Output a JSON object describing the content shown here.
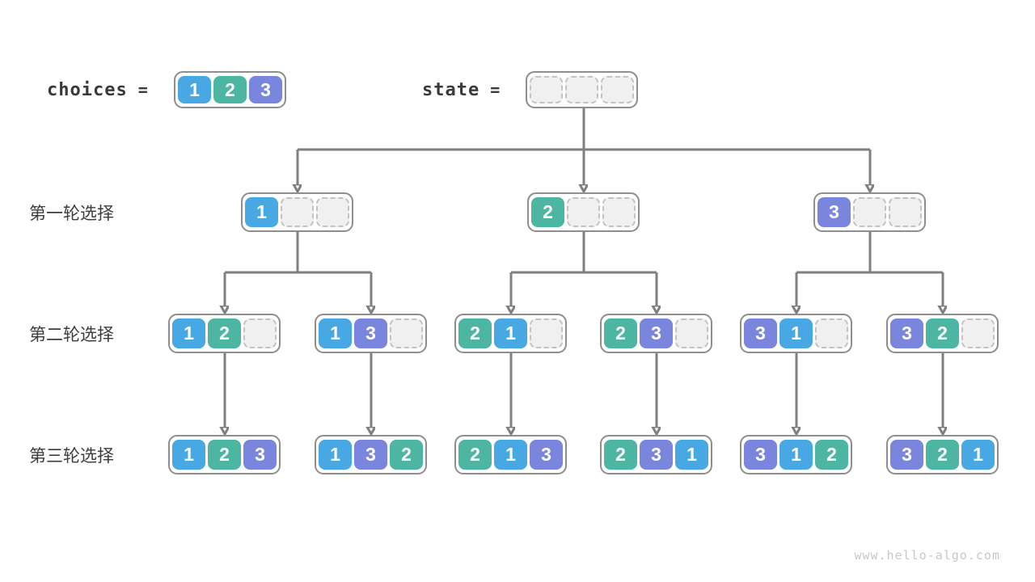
{
  "header": {
    "choices_label": "choices",
    "choices_eq": "=",
    "state_label": "state",
    "state_eq": "=",
    "choices_cells": [
      "1",
      "2",
      "3"
    ],
    "state_cells": [
      "",
      "",
      ""
    ]
  },
  "rows": [
    {
      "label": "第一轮选择",
      "nodes": [
        {
          "cells": [
            "1",
            "",
            ""
          ]
        },
        {
          "cells": [
            "2",
            "",
            ""
          ]
        },
        {
          "cells": [
            "3",
            "",
            ""
          ]
        }
      ]
    },
    {
      "label": "第二轮选择",
      "nodes": [
        {
          "cells": [
            "1",
            "2",
            ""
          ]
        },
        {
          "cells": [
            "1",
            "3",
            ""
          ]
        },
        {
          "cells": [
            "2",
            "1",
            ""
          ]
        },
        {
          "cells": [
            "2",
            "3",
            ""
          ]
        },
        {
          "cells": [
            "3",
            "1",
            ""
          ]
        },
        {
          "cells": [
            "3",
            "2",
            ""
          ]
        }
      ]
    },
    {
      "label": "第三轮选择",
      "nodes": [
        {
          "cells": [
            "1",
            "2",
            "3"
          ]
        },
        {
          "cells": [
            "1",
            "3",
            "2"
          ]
        },
        {
          "cells": [
            "2",
            "1",
            "3"
          ]
        },
        {
          "cells": [
            "2",
            "3",
            "1"
          ]
        },
        {
          "cells": [
            "3",
            "1",
            "2"
          ]
        },
        {
          "cells": [
            "3",
            "2",
            "1"
          ]
        }
      ]
    }
  ],
  "colors": {
    "1": "#47A8E4",
    "2": "#4DB6A3",
    "3": "#7A86DD",
    "empty_fill": "#F0F0F0",
    "empty_border": "#C2C2C2",
    "box_border": "#8E8E8E",
    "arrow": "#7F7F7F",
    "label_text": "#3C3C3C",
    "watermark_text": "#C8C8C8"
  },
  "watermark": "www.hello-algo.com"
}
